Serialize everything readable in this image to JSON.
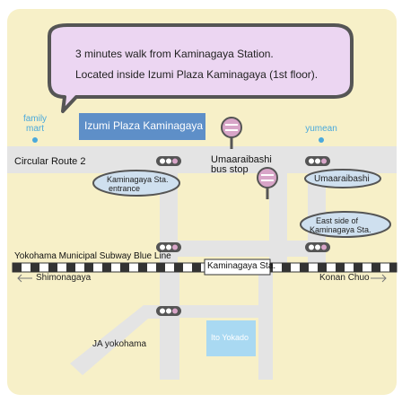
{
  "callout": {
    "line1": "3 minutes walk from Kaminagaya Station.",
    "line2": "Located inside Izumi Plaza Kaminagaya (1st floor)."
  },
  "places": {
    "family_mart_line1": "family",
    "family_mart_line2": "mart",
    "izumi_plaza": "Izumi Plaza Kaminagaya",
    "yumean": "yumean",
    "ito_yokado": "Ito Yokado",
    "ja_yokohama": "JA  yokohama"
  },
  "roads": {
    "circular_route": "Circular Route 2"
  },
  "bus": {
    "stop_line1": "Umaaraibashi",
    "stop_line2": "bus stop"
  },
  "intersections": {
    "kaminagaya_entrance_line1": "Kaminagaya Sta.",
    "kaminagaya_entrance_line2": "entrance",
    "umaaraibashi": "Umaaraibashi",
    "east_side_line1": "East side of",
    "east_side_line2": "Kaminagaya Sta."
  },
  "rail": {
    "line_name": "Yokohama Municipal Subway Blue Line",
    "station": "Kaminagaya Sta.",
    "west_direction": "Shimonagaya",
    "east_direction": "Konan Chuo"
  },
  "colors": {
    "frame": "#f7f0c8",
    "road": "#e4e4e4",
    "izumi_box": "#5e8fc8",
    "ito_box": "#a9d9f2",
    "balloon_fill": "#ecd6f2",
    "balloon_stroke": "#555555",
    "cyan_text": "#4aa9dc",
    "bus_pink": "#d8a5c8",
    "signal_body": "#555555"
  }
}
